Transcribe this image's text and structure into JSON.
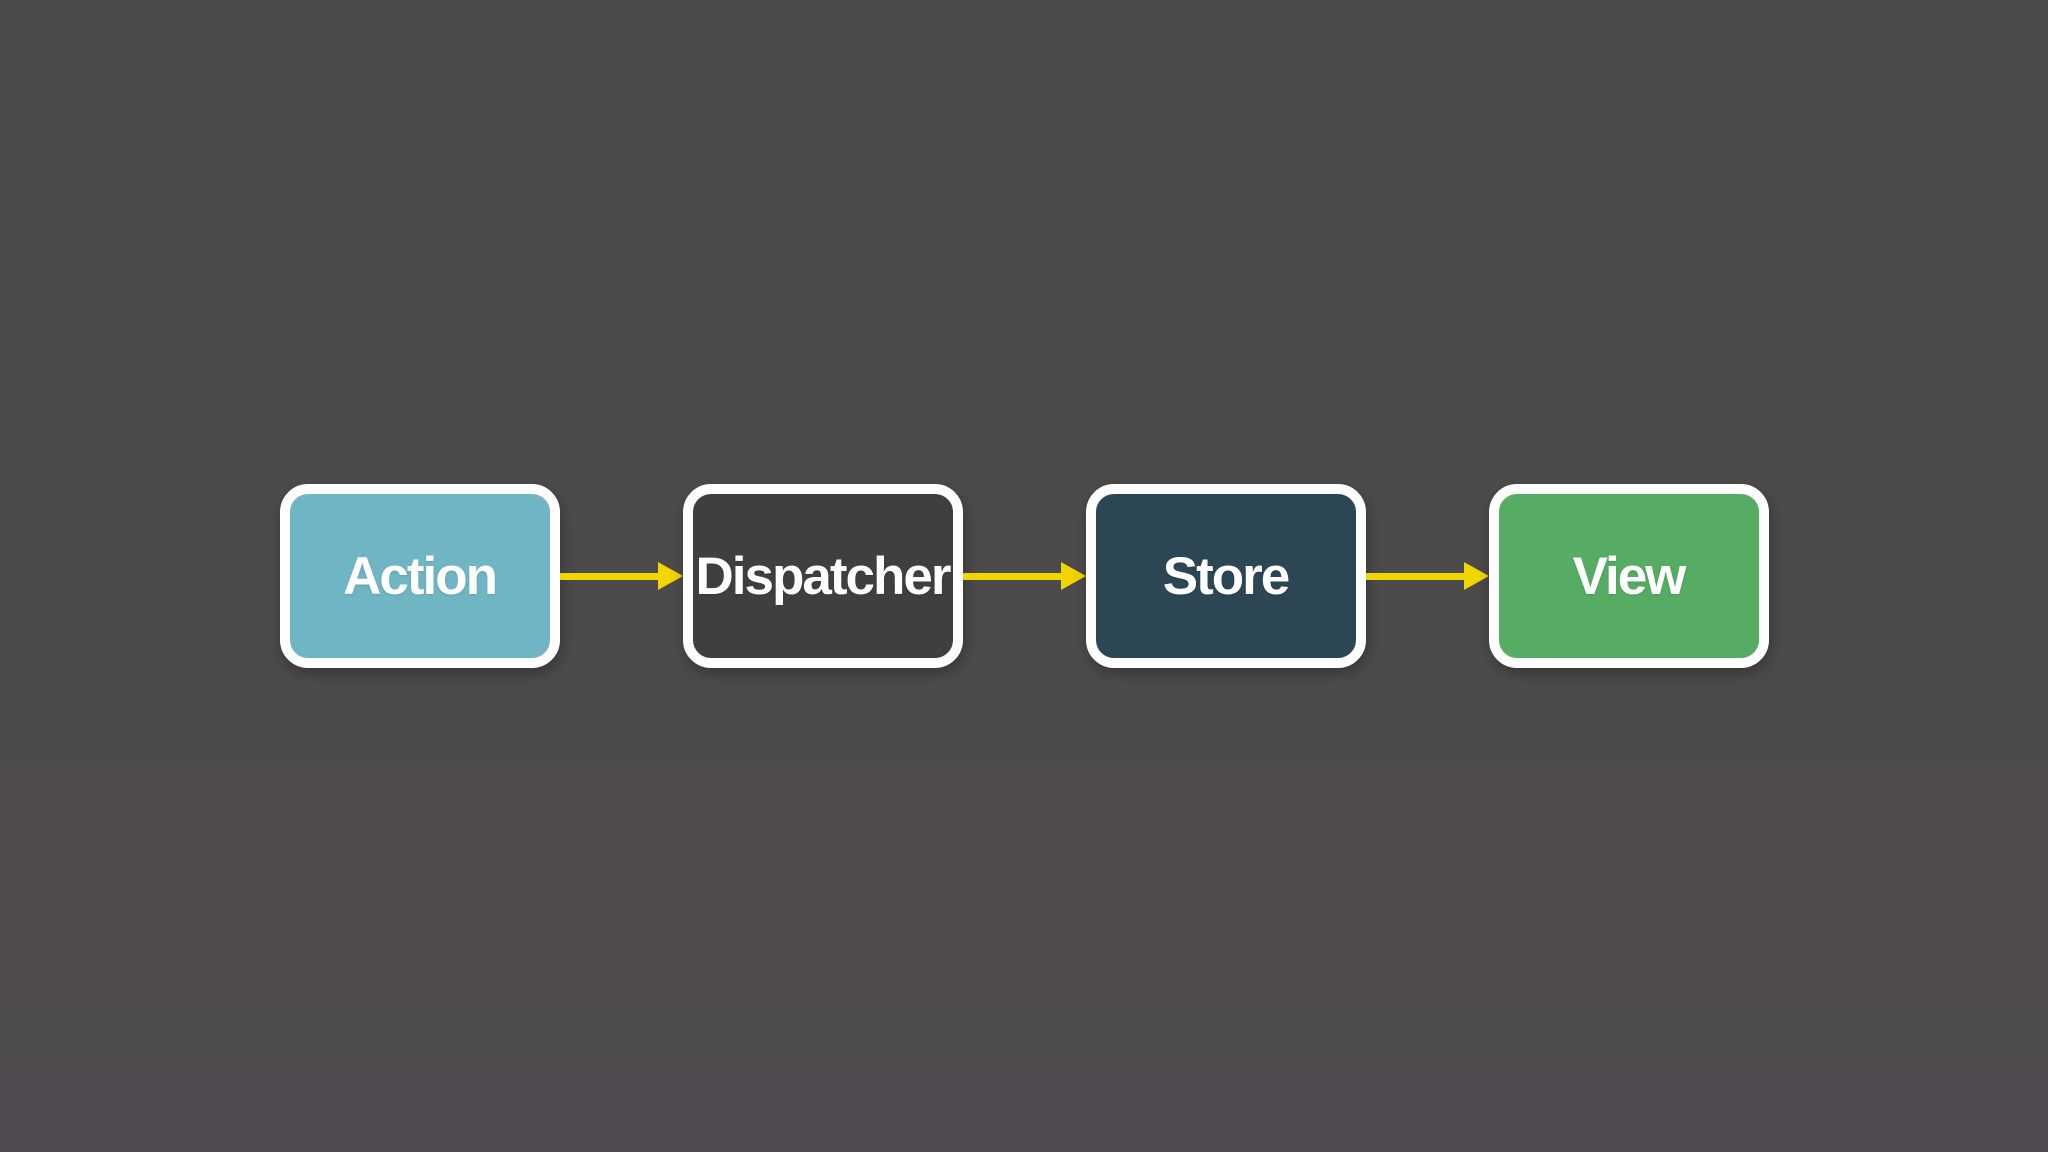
{
  "diagram": {
    "title": "flux-unidirectional-data-flow",
    "background_color": "#4d4a4c",
    "arrow_color": "#f2d600",
    "border_color": "#ffffff",
    "label_color": "#ffffff",
    "nodes": [
      {
        "id": "action",
        "label": "Action",
        "fill": "#70b5c4"
      },
      {
        "id": "dispatcher",
        "label": "Dispatcher",
        "fill": "#413e3f"
      },
      {
        "id": "store",
        "label": "Store",
        "fill": "#2c4654"
      },
      {
        "id": "view",
        "label": "View",
        "fill": "#55ac62"
      }
    ],
    "connections": [
      {
        "from": "action",
        "to": "dispatcher"
      },
      {
        "from": "dispatcher",
        "to": "store"
      },
      {
        "from": "store",
        "to": "view"
      }
    ]
  }
}
